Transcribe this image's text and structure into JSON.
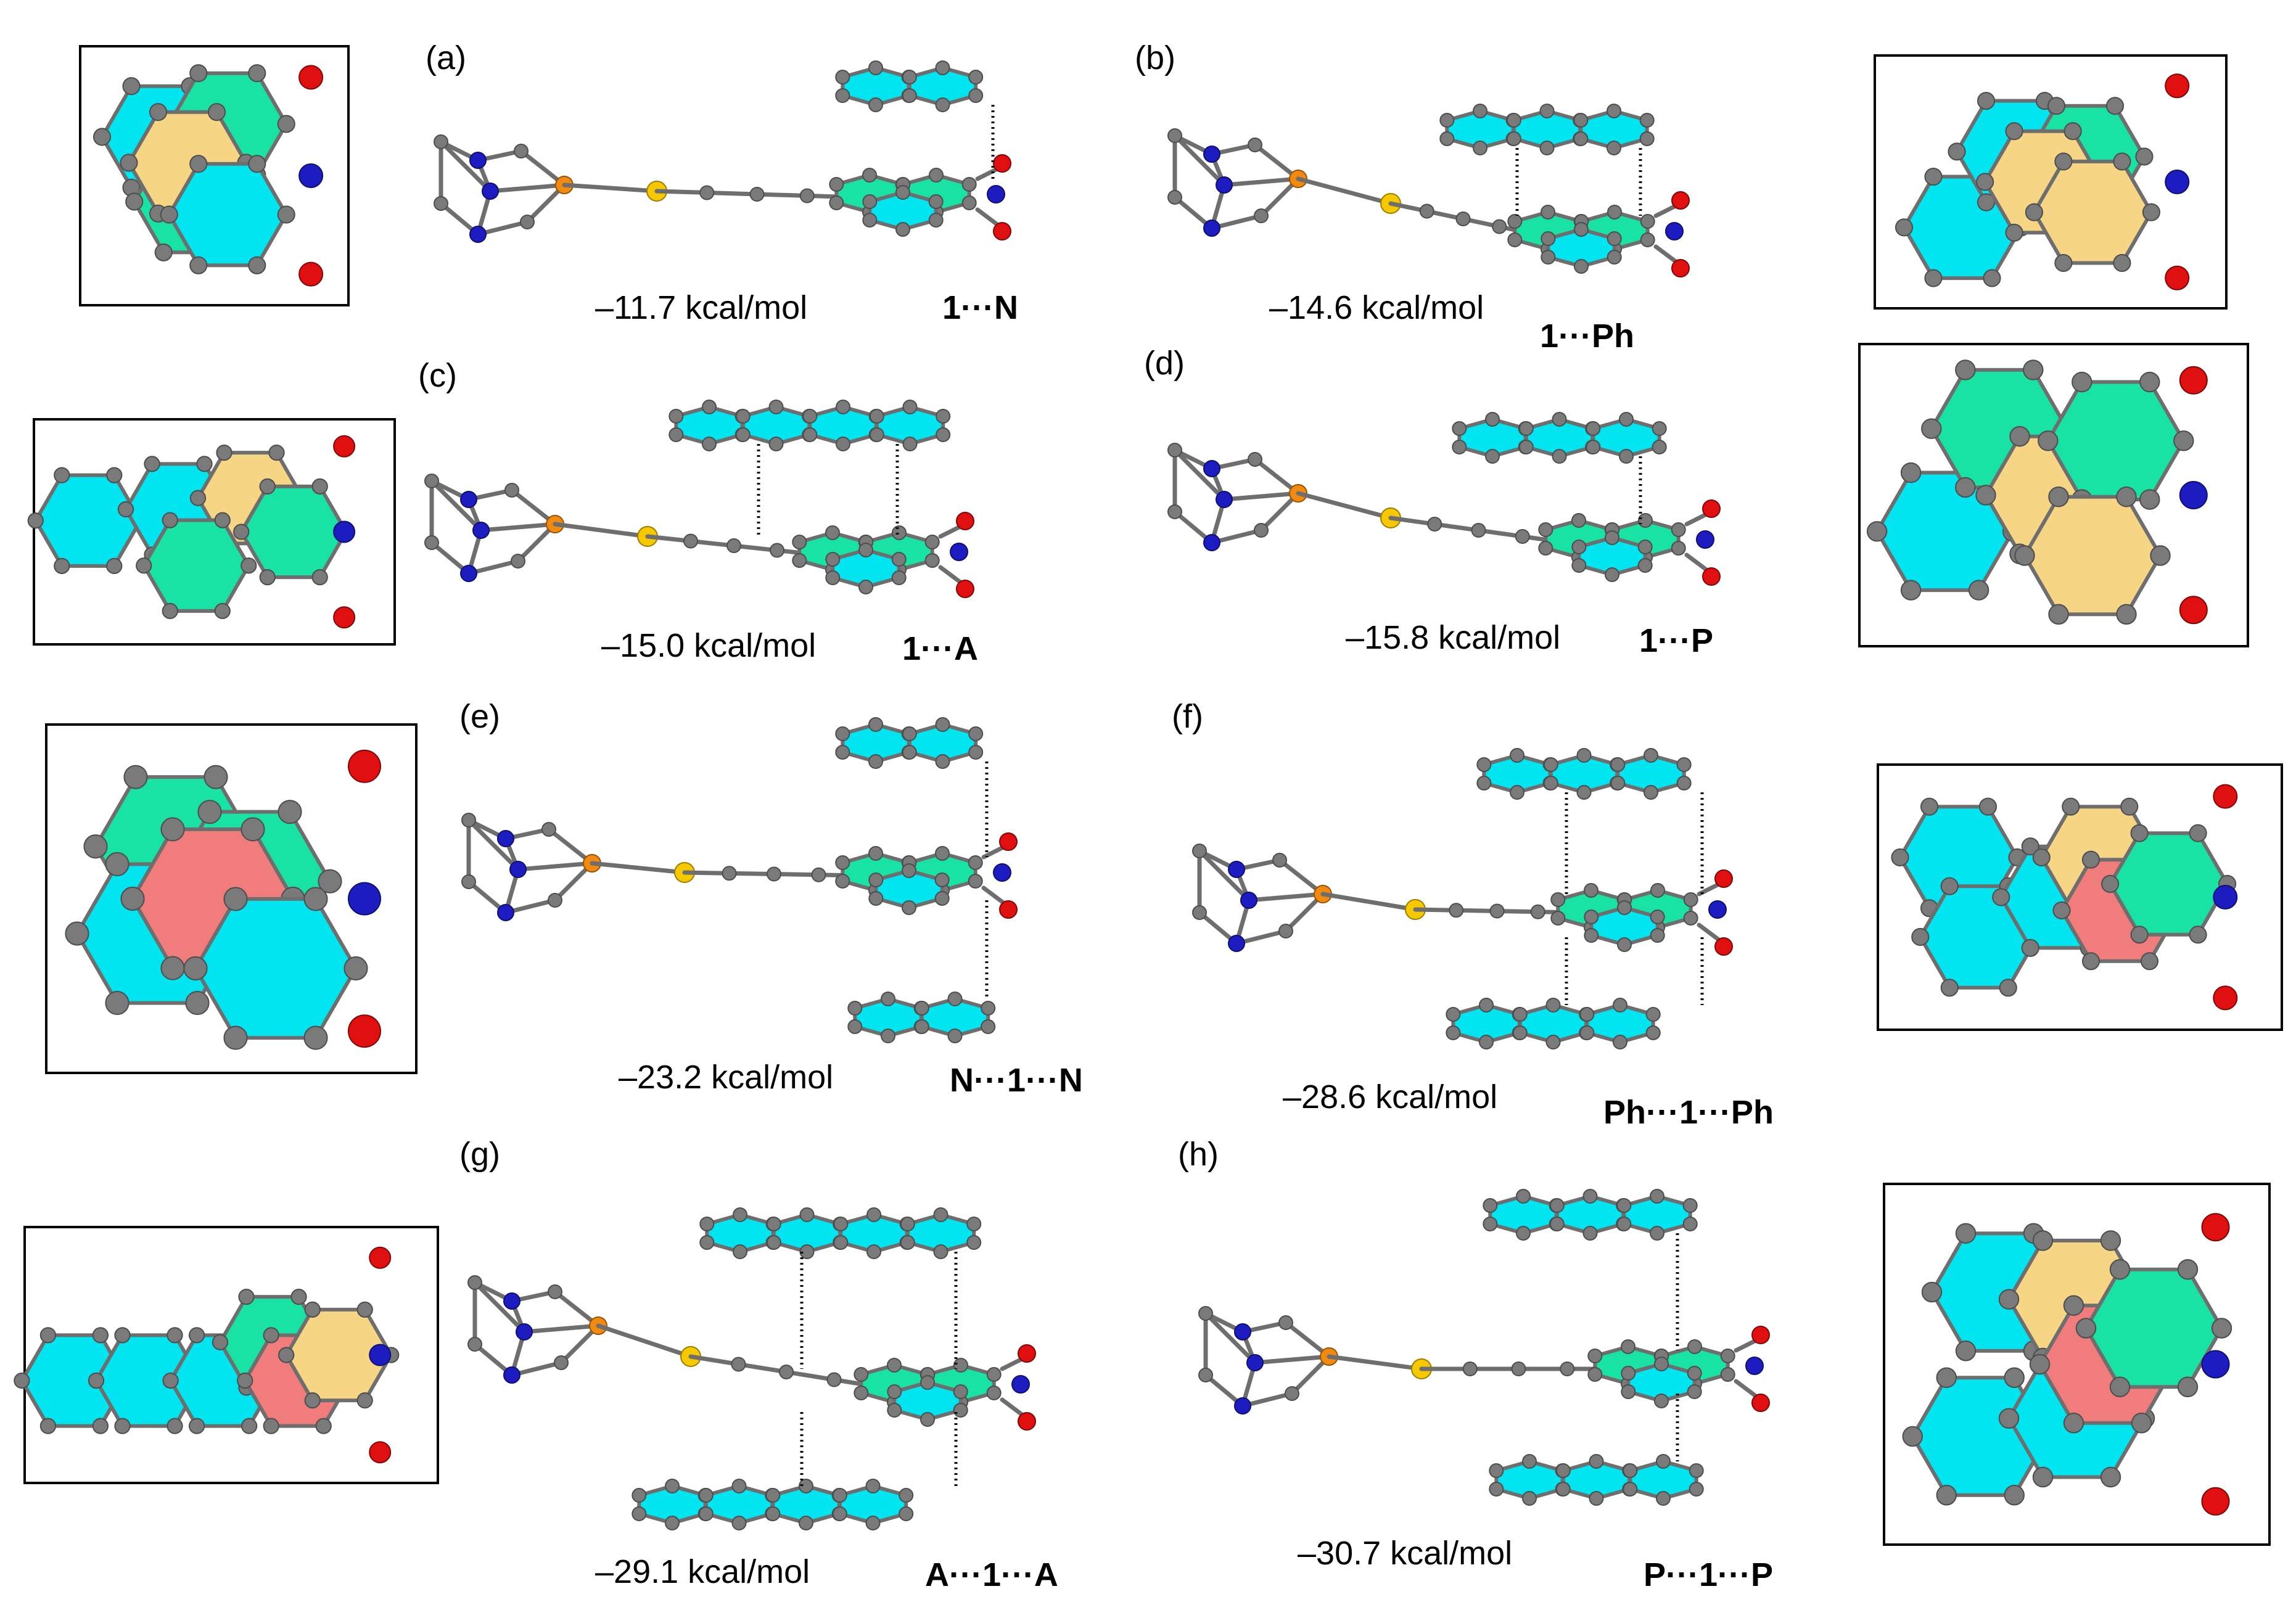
{
  "panels": [
    {
      "id": "a",
      "label": "(a)",
      "energy": "–11.7 kcal/mol",
      "complex": "1···N"
    },
    {
      "id": "b",
      "label": "(b)",
      "energy": "–14.6 kcal/mol",
      "complex": "1···Ph"
    },
    {
      "id": "c",
      "label": "(c)",
      "energy": "–15.0 kcal/mol",
      "complex": "1···A"
    },
    {
      "id": "d",
      "label": "(d)",
      "energy": "–15.8 kcal/mol",
      "complex": "1···P"
    },
    {
      "id": "e",
      "label": "(e)",
      "energy": "–23.2 kcal/mol",
      "complex": "N···1···N"
    },
    {
      "id": "f",
      "label": "(f)",
      "energy": "–28.6 kcal/mol",
      "complex": "Ph···1···Ph"
    },
    {
      "id": "g",
      "label": "(g)",
      "energy": "–29.1 kcal/mol",
      "complex": "A···1···A"
    },
    {
      "id": "h",
      "label": "(h)",
      "energy": "–30.7 kcal/mol",
      "complex": "P···1···P"
    }
  ],
  "colors": {
    "carbon": "#7a7a7a",
    "nitrogen": "#1c1cc0",
    "oxygen": "#e01010",
    "phosphorus": "#f08a10",
    "sulfur": "#f5c800",
    "ring_cyan": "#00e5f0",
    "ring_teal": "#19e3a4",
    "ring_yellow": "#f6d684",
    "ring_red": "#f07c7c"
  }
}
